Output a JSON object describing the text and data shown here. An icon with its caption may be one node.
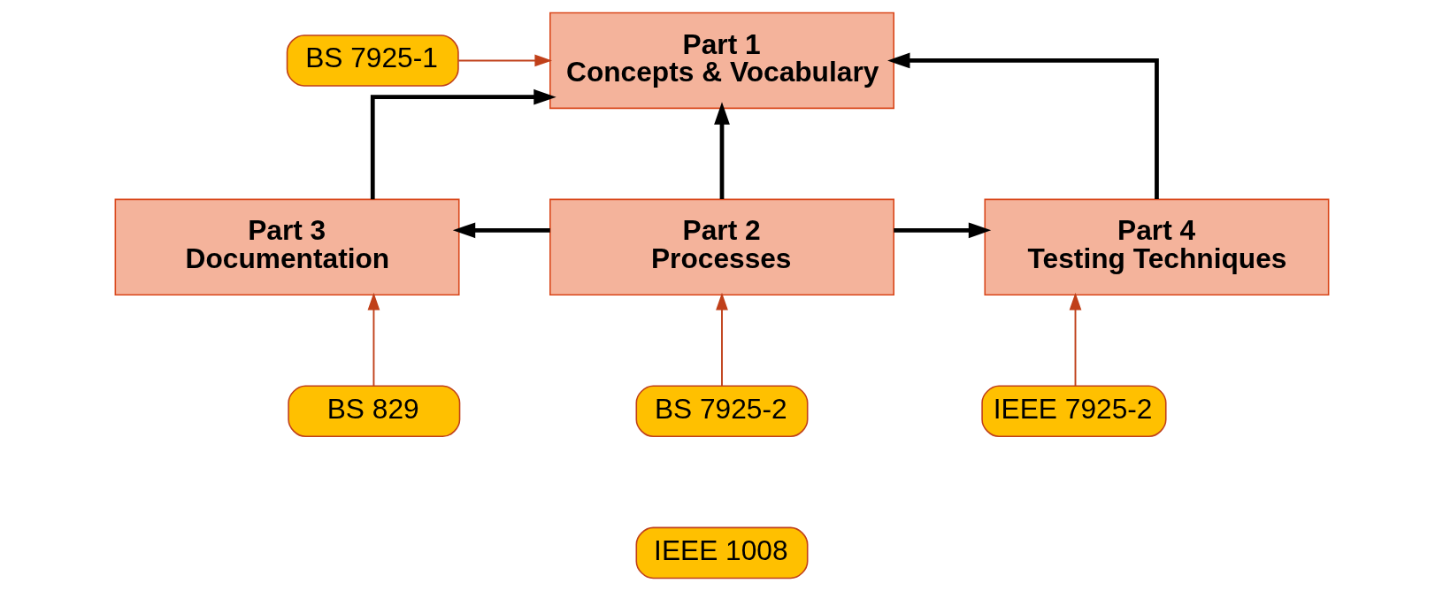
{
  "diagram": {
    "nodes": [
      {
        "text": [
          "Part 1",
          "Concepts & Vocabulary"
        ]
      },
      {
        "text": [
          "BS 7925-1"
        ]
      },
      {
        "text": [
          "Part 3",
          "Documentation"
        ]
      },
      {
        "text": [
          "Part 2",
          "Processes"
        ]
      },
      {
        "text": [
          "Part 4",
          "Testing Techniques"
        ]
      },
      {
        "text": [
          "BS 829"
        ]
      },
      {
        "text": [
          "BS 7925-2"
        ]
      },
      {
        "text": [
          "IEEE 1008"
        ]
      },
      {
        "text": [
          "IEEE 7925-2"
        ]
      }
    ],
    "edges": [
      {
        "from": 1,
        "to": 0,
        "arrow": "to",
        "color": "#c0401a"
      },
      {
        "from": 2,
        "to": 0,
        "arrow": "to"
      },
      {
        "from": 3,
        "to": 0,
        "arrow": "to"
      },
      {
        "from": 4,
        "to": 0,
        "arrow": "to"
      },
      {
        "from": 3,
        "to": 2,
        "arrow": "to"
      },
      {
        "from": 3,
        "to": 4,
        "arrow": "to"
      },
      {
        "from": 5,
        "to": 2,
        "arrow": "to",
        "color": "#c0401a"
      },
      {
        "from": 6,
        "to": 3,
        "arrow": "to",
        "color": "#c0401a"
      },
      {
        "from": 8,
        "to": 4,
        "arrow": "to",
        "color": "#c0401a"
      }
    ]
  }
}
